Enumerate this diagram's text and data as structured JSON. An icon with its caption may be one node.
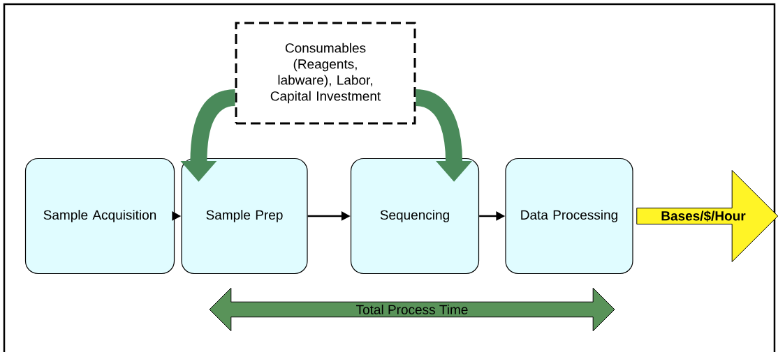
{
  "diagram": {
    "nodes": [
      {
        "text": [
          "Consumables (Reagents, labware), Labor, Capital Investment"
        ]
      },
      {
        "text": [
          "Sample Acquisition"
        ]
      },
      {
        "text": [
          "Sample Prep"
        ]
      },
      {
        "text": [
          "Sequencing"
        ]
      },
      {
        "text": [
          "Data Processing"
        ]
      },
      {
        "text": [
          "Bases/$/Hour"
        ]
      },
      {
        "text": [
          "Total Process Time"
        ]
      }
    ],
    "edges": [
      {
        "from": 1,
        "to": 2,
        "arrow": "to"
      },
      {
        "from": 2,
        "to": 3,
        "arrow": "to"
      },
      {
        "from": 3,
        "to": 4,
        "arrow": "to"
      },
      {
        "from": 0,
        "to": 2,
        "arrow": "to",
        "style": "thick",
        "color": "#4a8a5a"
      },
      {
        "from": 0,
        "to": 3,
        "arrow": "to",
        "style": "thick",
        "color": "#4a8a5a"
      }
    ]
  }
}
